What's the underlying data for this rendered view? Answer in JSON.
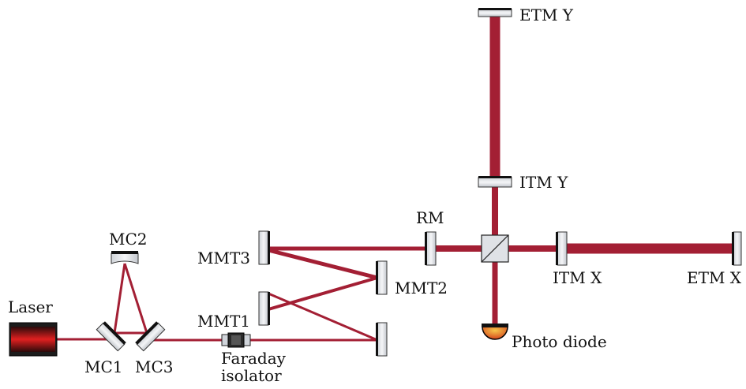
{
  "colors": {
    "beam": "#a31f34",
    "mirror_body": "#e6e8ec",
    "mirror_coating": "#111111",
    "laser_body": "#1c1c1c",
    "laser_core": "#c41a1a",
    "photodiode": "#e2762a"
  },
  "labels": {
    "laser": "Laser",
    "mc1": "MC1",
    "mc2": "MC2",
    "mc3": "MC3",
    "faraday_line1": "Faraday",
    "faraday_line2": "isolator",
    "mmt1": "MMT1",
    "mmt2": "MMT2",
    "mmt3": "MMT3",
    "rm": "RM",
    "itm_x": "ITM X",
    "etm_x": "ETM X",
    "itm_y": "ITM Y",
    "etm_y": "ETM Y",
    "photo_diode": "Photo diode"
  }
}
